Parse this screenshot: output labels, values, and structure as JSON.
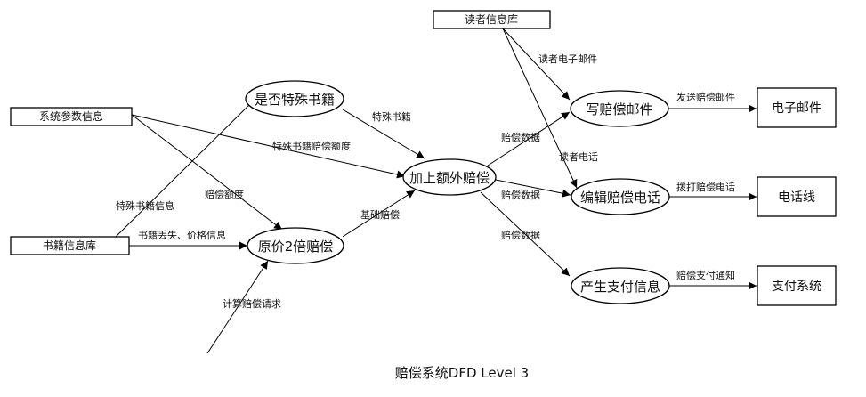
{
  "diagram": {
    "caption": "赔偿系统DFD Level 3",
    "processes": {
      "special_book": "是否特殊书籍",
      "double_price": "原价2倍赔偿",
      "extra_comp": "加上额外赔偿",
      "write_email": "写赔偿邮件",
      "edit_phone": "编辑赔偿电话",
      "payment_info": "产生支付信息"
    },
    "stores": {
      "reader_info": "读者信息库",
      "system_params": "系统参数信息",
      "book_info": "书籍信息库"
    },
    "entities": {
      "email": "电子邮件",
      "phone_line": "电话线",
      "payment_system": "支付系统"
    },
    "flows": {
      "reader_email": "读者电子邮件",
      "reader_phone": "读者电话",
      "special_books": "特殊书籍",
      "special_extra_amount": "特殊书籍赔偿额度",
      "comp_amount": "赔偿额度",
      "special_book_info": "特殊书籍信息",
      "book_loss_price": "书籍丢失、价格信息",
      "base_comp": "基础赔偿",
      "comp_data_1": "赔偿数据",
      "comp_data_2": "赔偿数据",
      "comp_data_3": "赔偿数据",
      "send_email": "发送赔偿邮件",
      "call_phone": "拨打赔偿电话",
      "pay_notice": "赔偿支付通知",
      "calc_request": "计算赔偿请求"
    }
  }
}
